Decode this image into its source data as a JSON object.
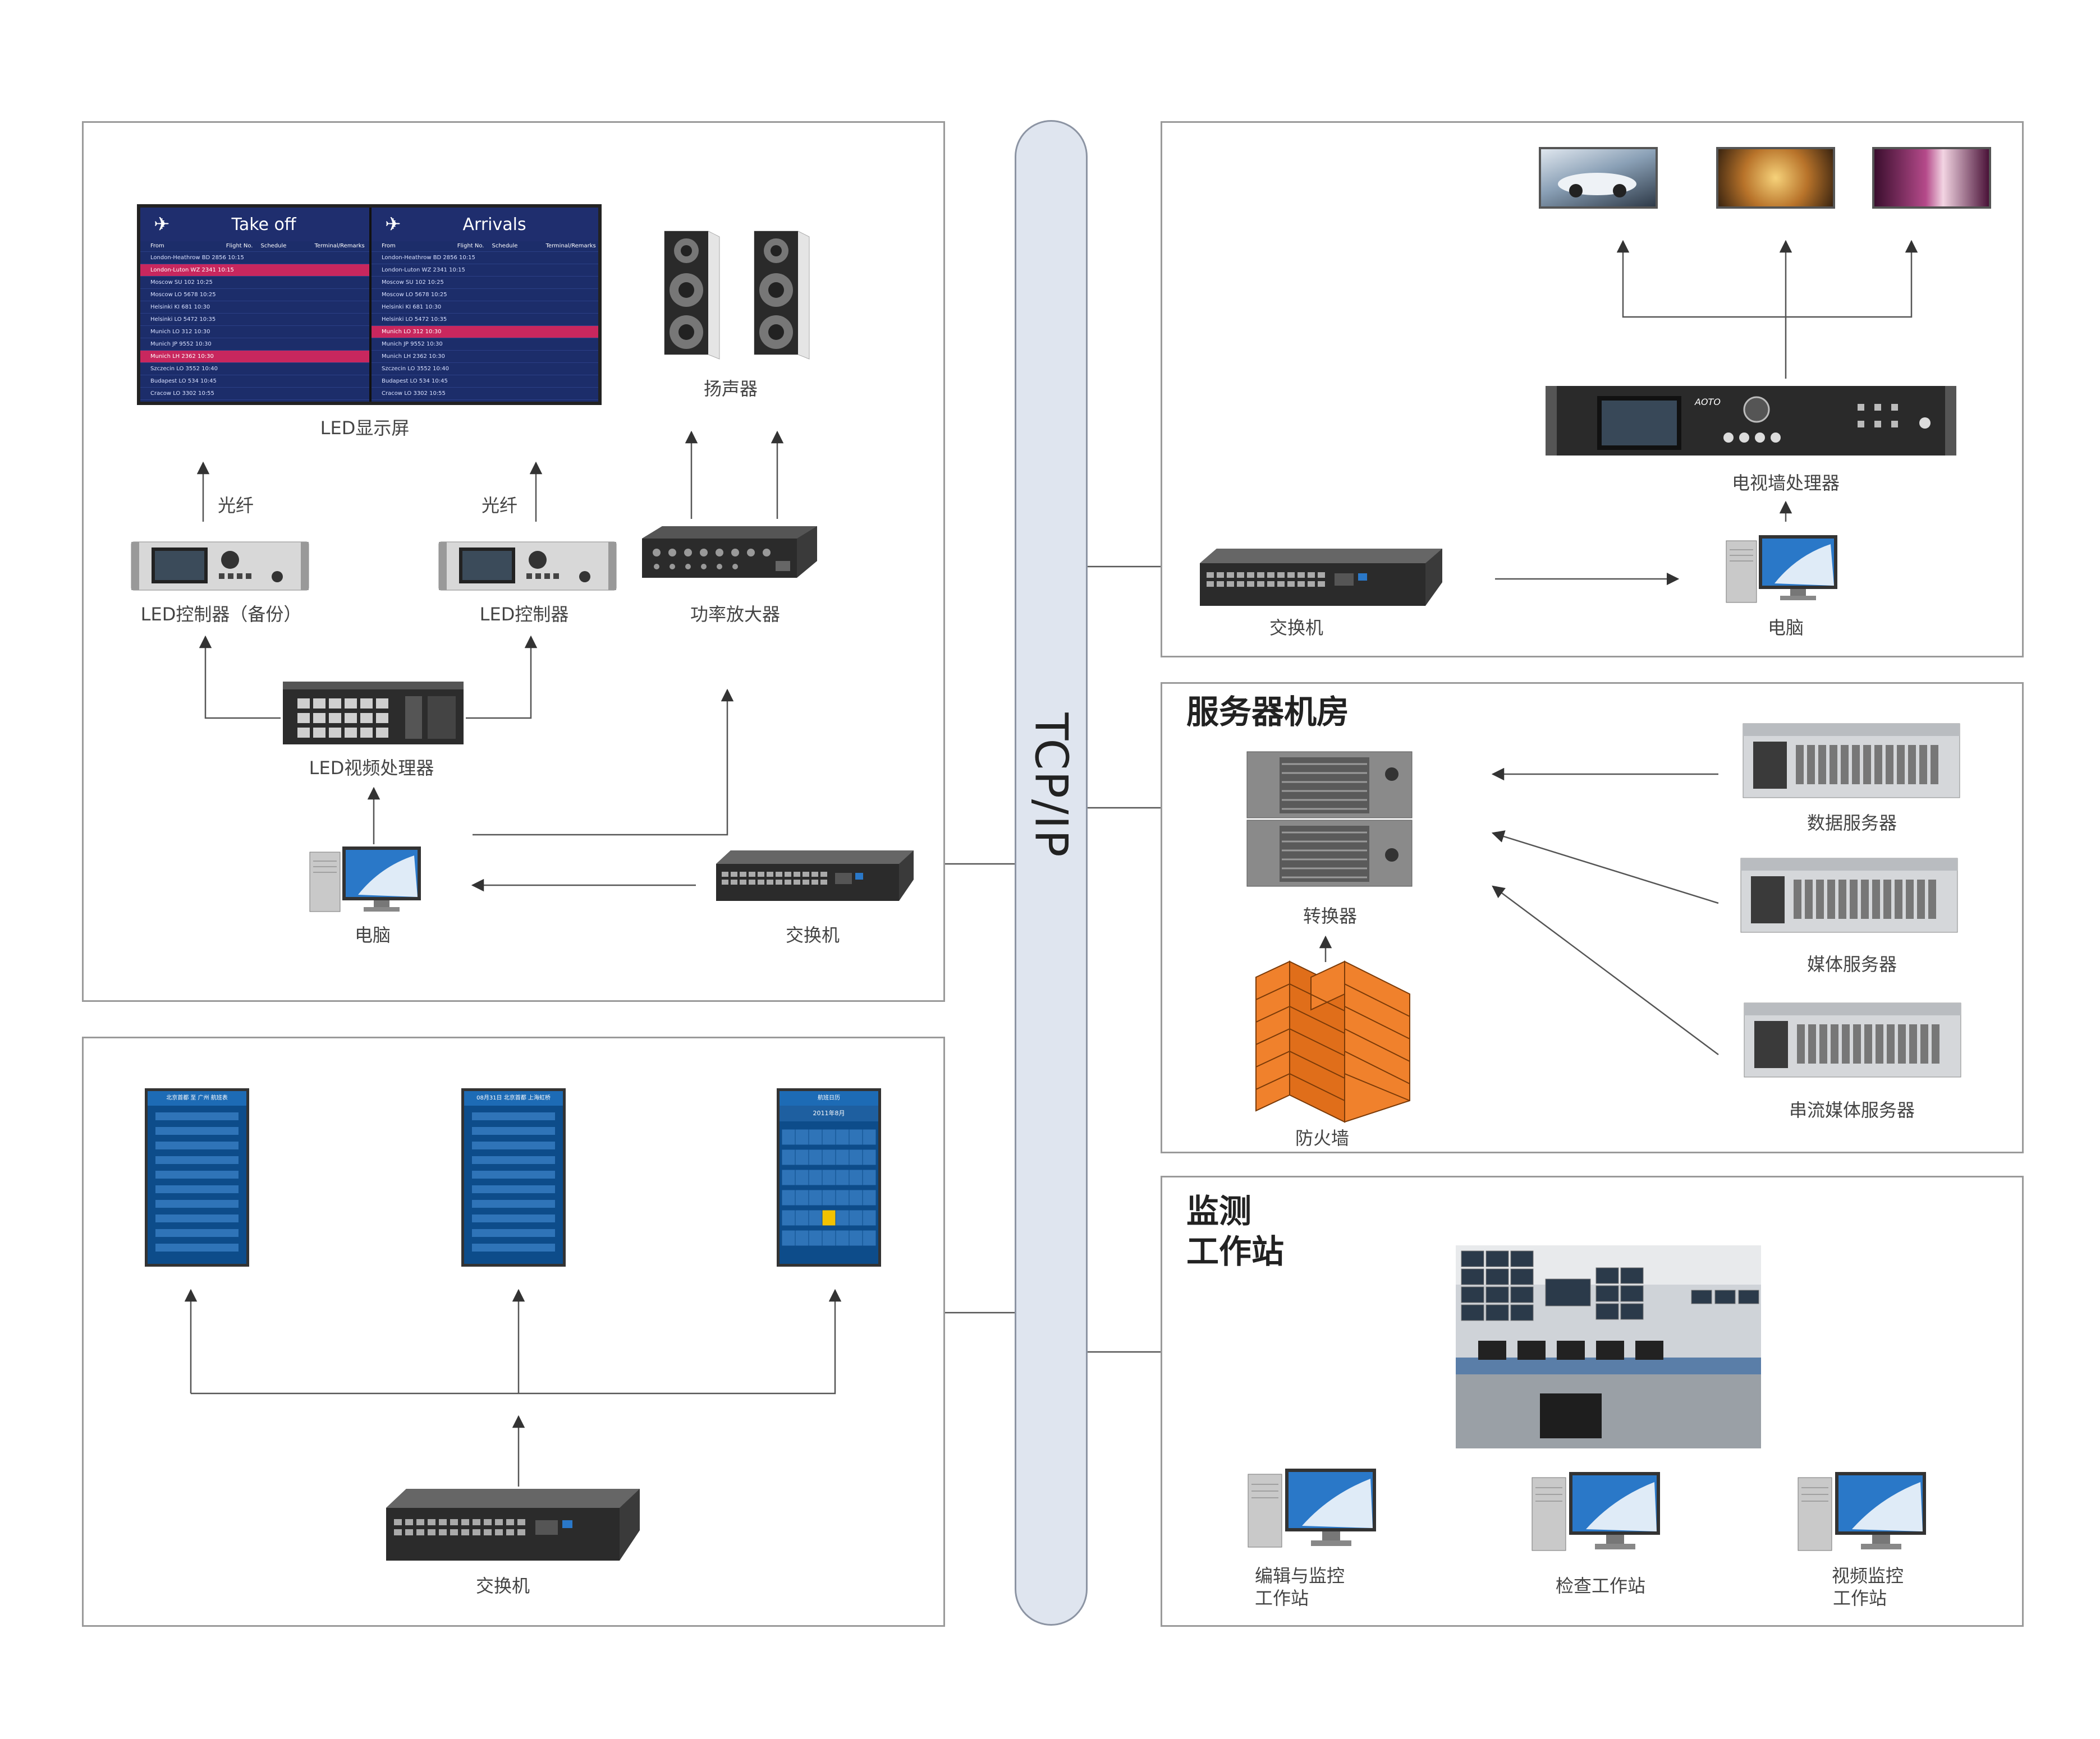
{
  "bus_label": "TCP/IP",
  "led_board": {
    "takeoff_title": "Take off",
    "arrivals_title": "Arrivals",
    "col_from": "From",
    "col_flight": "Flight No.",
    "col_schedule": "Schedule",
    "col_terminal": "Terminal/Remarks",
    "rows": [
      "London-Heathrow BD 2856 10:15",
      "London-Luton WZ 2341 10:15",
      "Moscow SU 102 10:25",
      "Moscow LO 5678 10:25",
      "Helsinki KI 681 10:30",
      "Helsinki LO 5472 10:35",
      "Munich LO 312 10:30",
      "Munich JP 9552 10:30",
      "Munich LH 2362 10:30",
      "Szczecin LO 3552 10:40",
      "Budapest LO 534 10:45",
      "Cracow LO 3302 10:55"
    ]
  },
  "panel_top_left": {
    "led_screen": "LED显示屏",
    "speakers": "扬声器",
    "fiber_1": "光纤",
    "fiber_2": "光纤",
    "led_ctrl_backup": "LED控制器（备份）",
    "led_ctrl": "LED控制器",
    "amplifier": "功率放大器",
    "led_video_proc": "LED视频处理器",
    "computer": "电脑",
    "switch": "交换机"
  },
  "panel_bottom_left": {
    "switch": "交换机",
    "phone_1_title": "北京首都 至 广州 航班表",
    "phone_2_title": "08月31日 北京首都 上海虹桥",
    "phone_3_title": "航班日历",
    "phone_3_month": "2011年8月"
  },
  "panel_top_right": {
    "tv_wall_proc": "电视墙处理器",
    "brand": "AOTO",
    "switch": "交换机",
    "computer": "电脑"
  },
  "panel_mid_right": {
    "title": "服务器机房",
    "converter": "转换器",
    "firewall": "防火墙",
    "data_server": "数据服务器",
    "media_server": "媒体服务器",
    "stream_server": "串流媒体服务器"
  },
  "panel_bottom_right": {
    "title_line1": "监测",
    "title_line2": "工作站",
    "ws1_line1": "编辑与监控",
    "ws1_line2": "工作站",
    "ws2": "检查工作站",
    "ws3_line1": "视频监控",
    "ws3_line2": "工作站"
  },
  "colors": {
    "bus_fill": "#dfe5ef",
    "led_board_bg": "#1c2d6a",
    "highlight_row": "#c8275e",
    "firewall": "#f0812c",
    "monitor_blue": "#2a78c8"
  }
}
